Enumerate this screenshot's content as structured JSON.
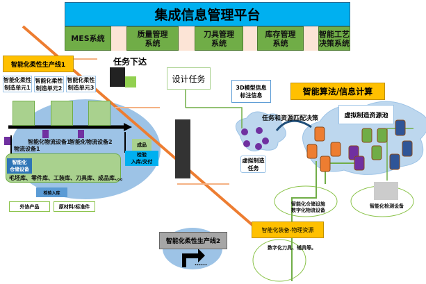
{
  "platform": {
    "title": "集成信息管理平台",
    "modules": [
      "MES系统",
      "质量管理\n系统",
      "刀具管理\n系统",
      "库存管理\n系统",
      "智能工艺\n决策系统"
    ]
  },
  "line1": {
    "title": "智能化柔性生产线1",
    "units": [
      "智能化柔性\n制造单元1",
      "智能化柔性\n制造单元2",
      "智能化柔性\n制造单元3"
    ],
    "logistics": [
      "智能化物流设备1",
      "智能化物流设备2",
      "物流设备1"
    ],
    "storage_label": "智能化\n仓储设备",
    "warehouses": "毛坯库、零件库、工装库、刀具库、成品库、。。",
    "inspect_in": "检验入库",
    "inputs": [
      "外协产品",
      "原材料/标准件"
    ],
    "product": "成品",
    "deliver": "检验\n入库/交付"
  },
  "task_issue": "任务下达",
  "design_task": "设计任务",
  "model_info": "3D模型信息\n标注信息",
  "algo": {
    "title": "智能算法/信息计算",
    "match": "任务和资源匹配决策",
    "virtual_task": "虚拟制造\n任务",
    "pool": "虚拟制造资源池"
  },
  "devices": {
    "storage": "智能化仓储设施\n数字化物流设备",
    "inspection": "智能化检测设备",
    "tools": "数字化刀具、辅具等。"
  },
  "physical": "智能化装备-物理资源",
  "line2": {
    "title": "智能化柔性生产线2",
    "more": "……"
  },
  "colors": {
    "platform": "#00B0F0",
    "module": "#70AD47",
    "label": "#FFC000",
    "cloud": "#9DC3E6",
    "accent_line": "#ED7D31"
  }
}
